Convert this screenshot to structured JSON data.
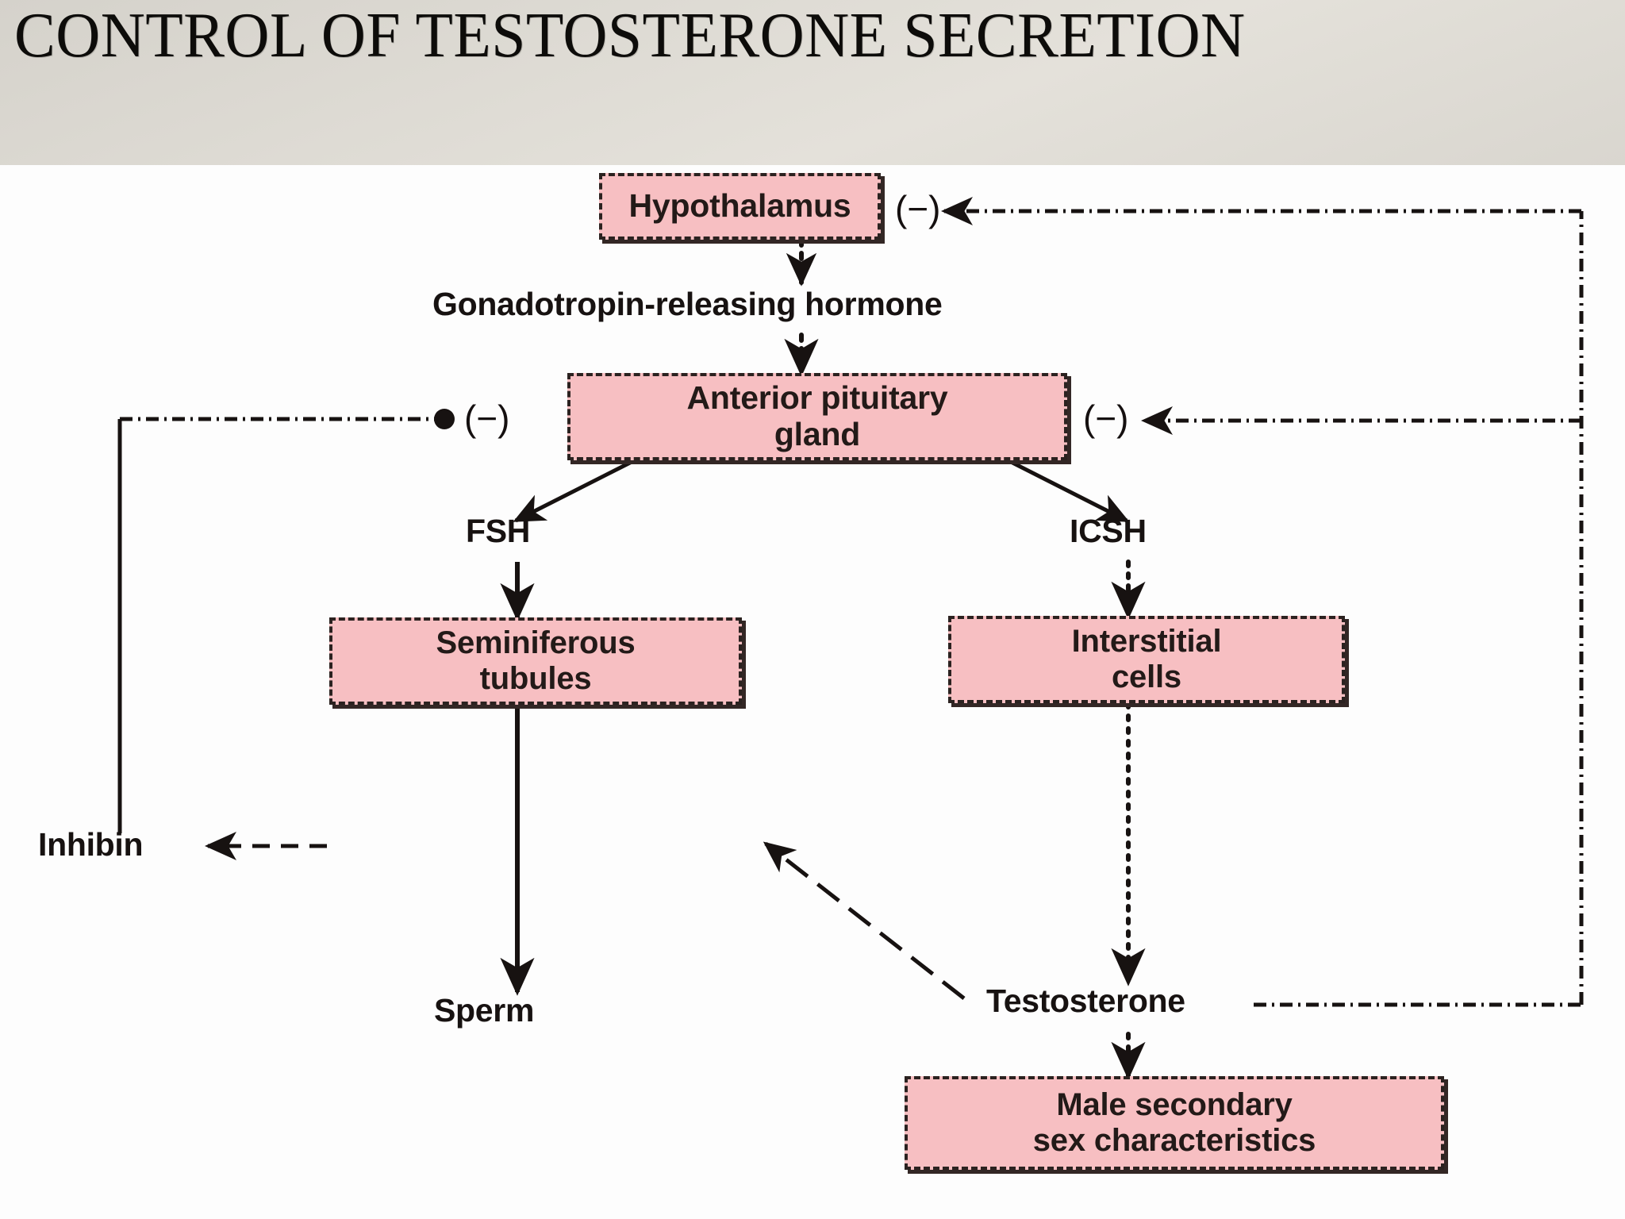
{
  "slide": {
    "title": "CONTROL OF TESTOSTERONE SECRETION",
    "header_bg": "#dcd9d2",
    "canvas_bg": "#ffffff"
  },
  "diagram": {
    "type": "flow-diagram",
    "subject": "Hypothalamic-pituitary-gonadal axis in the male",
    "box_fill": "#f7bfc2",
    "box_border": "#2b2220",
    "text_color": "#231a18",
    "nodes": [
      {
        "id": "hypothalamus",
        "label": "Hypothalamus"
      },
      {
        "id": "anterior-pituitary",
        "label": "Anterior pituitary\ngland",
        "line1": "Anterior pituitary",
        "line2": "gland"
      },
      {
        "id": "seminiferous-tubules",
        "label": "Seminiferous\ntubules",
        "line1": "Seminiferous",
        "line2": "tubules"
      },
      {
        "id": "interstitial-cells",
        "label": "Interstitial\ncells",
        "line1": "Interstitial",
        "line2": "cells"
      },
      {
        "id": "male-secondary-sex-characteristics",
        "label": "Male secondary\nsex characteristics",
        "line1": "Male secondary",
        "line2": "sex characteristics"
      }
    ],
    "labels": [
      {
        "id": "gnrh",
        "text": "Gonadotropin-releasing hormone"
      },
      {
        "id": "fsh",
        "text": "FSH"
      },
      {
        "id": "icsh",
        "text": "ICSH"
      },
      {
        "id": "inhibin",
        "text": "Inhibin"
      },
      {
        "id": "sperm",
        "text": "Sperm"
      },
      {
        "id": "testosterone",
        "text": "Testosterone"
      }
    ],
    "signs": [
      {
        "id": "minus-hypothalamus",
        "text": "(−)"
      },
      {
        "id": "minus-pituitary-left",
        "text": "(−)"
      },
      {
        "id": "minus-pituitary-right",
        "text": "(−)"
      }
    ],
    "edges": [
      {
        "from": "hypothalamus",
        "to": "anterior-pituitary",
        "via": "gnrh",
        "style": "dotted",
        "kind": "stimulates"
      },
      {
        "from": "anterior-pituitary",
        "to": "fsh",
        "style": "solid",
        "kind": "secretes"
      },
      {
        "from": "anterior-pituitary",
        "to": "icsh",
        "style": "solid",
        "kind": "secretes"
      },
      {
        "from": "fsh",
        "to": "seminiferous-tubules",
        "style": "solid",
        "kind": "stimulates"
      },
      {
        "from": "icsh",
        "to": "interstitial-cells",
        "style": "dotted",
        "kind": "stimulates"
      },
      {
        "from": "seminiferous-tubules",
        "to": "sperm",
        "style": "solid",
        "kind": "produces"
      },
      {
        "from": "seminiferous-tubules",
        "to": "inhibin",
        "style": "dashed",
        "kind": "secretes"
      },
      {
        "from": "inhibin",
        "to": "anterior-pituitary",
        "style": "dash-dot",
        "kind": "inhibits",
        "sign": "(−)"
      },
      {
        "from": "interstitial-cells",
        "to": "testosterone",
        "style": "dotted",
        "kind": "produces"
      },
      {
        "from": "testosterone",
        "to": "seminiferous-tubules",
        "style": "dashed",
        "kind": "stimulates"
      },
      {
        "from": "testosterone",
        "to": "male-secondary-sex-characteristics",
        "style": "dotted",
        "kind": "promotes"
      },
      {
        "from": "testosterone",
        "to": "anterior-pituitary",
        "style": "dash-dot",
        "kind": "inhibits",
        "sign": "(−)"
      },
      {
        "from": "testosterone",
        "to": "hypothalamus",
        "style": "dash-dot",
        "kind": "inhibits",
        "sign": "(−)"
      }
    ]
  }
}
